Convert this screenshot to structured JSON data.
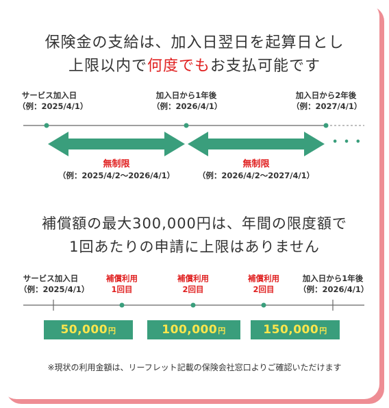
{
  "headline1": {
    "line1": "保険金の支給は、加入日翌日を起算日とし",
    "line2_pre": "上限以内で",
    "line2_accent": "何度でも",
    "line2_post": "お支払可能です"
  },
  "timeline1": {
    "points": [
      {
        "label": "サービス加入日",
        "example": "（例：2025/4/1）"
      },
      {
        "label": "加入日から1年後",
        "example": "（例：2026/4/1）"
      },
      {
        "label": "加入日から2年後",
        "example": "（例：2027/4/1）"
      }
    ],
    "periods": [
      {
        "title": "無制限",
        "range": "（例：2025/4/2〜2026/4/1）"
      },
      {
        "title": "無制限",
        "range": "（例：2026/4/2〜2027/4/1）"
      }
    ],
    "continuation": "• • •"
  },
  "headline2": {
    "line1": "補償額の最大300,000円は、年間の限度額で",
    "line2": "1回あたりの申請に上限はありません"
  },
  "timeline2": {
    "start": {
      "label": "サービス加入日",
      "example": "（例：2025/4/1）"
    },
    "end": {
      "label": "加入日から1年後",
      "example": "（例：2026/4/1）"
    },
    "uses": [
      {
        "label": "補償利用",
        "count": "1回目"
      },
      {
        "label": "補償利用",
        "count": "2回目"
      },
      {
        "label": "補償利用",
        "count": "2回目"
      }
    ],
    "amounts": [
      {
        "value": "50,000",
        "unit": "円"
      },
      {
        "value": "100,000",
        "unit": "円"
      },
      {
        "value": "150,000",
        "unit": "円"
      }
    ]
  },
  "note": "※現状の利用金額は、リーフレット記載の保険会社窓口よりご確認いただけます",
  "colors": {
    "accent_red": "#e02020",
    "green": "#3a9e7c",
    "amount_text": "#fde64c",
    "card_shadow": "#ee8d94",
    "line": "#666666"
  }
}
